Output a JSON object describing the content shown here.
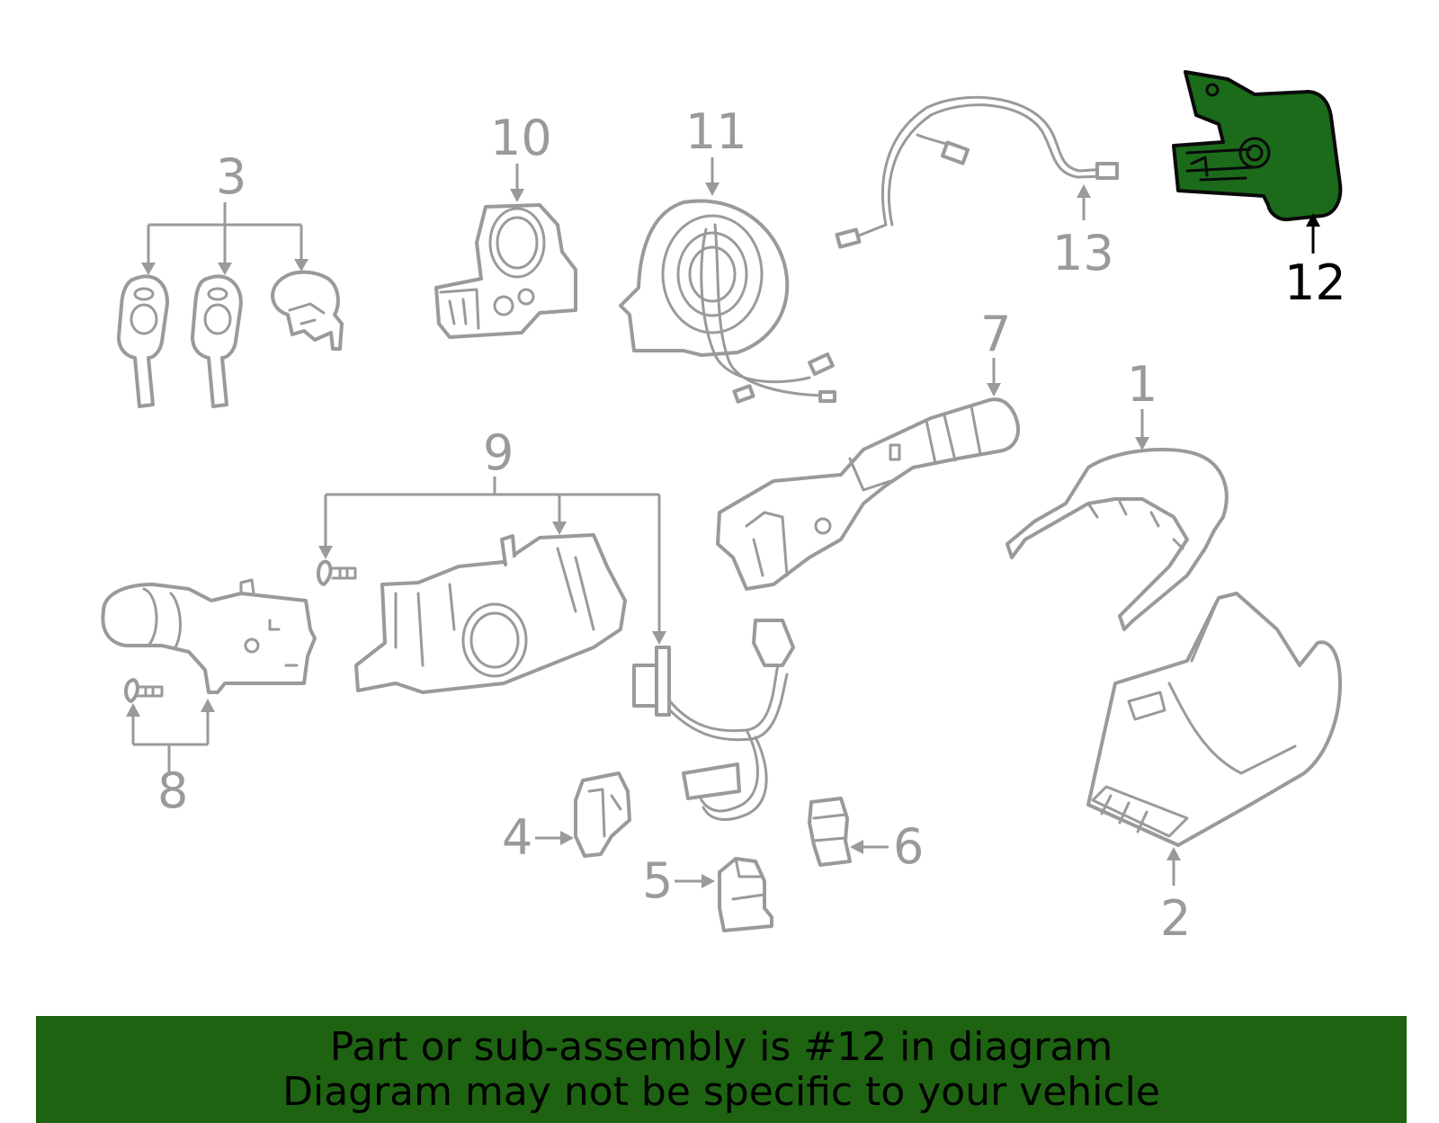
{
  "callouts": {
    "c1": "1",
    "c2": "2",
    "c3": "3",
    "c4": "4",
    "c5": "5",
    "c6": "6",
    "c7": "7",
    "c8": "8",
    "c9": "9",
    "c10": "10",
    "c11": "11",
    "c12": "12",
    "c13": "13"
  },
  "highlight": {
    "part": "12",
    "fill_color": "#1b6b1b"
  },
  "colors": {
    "line": "#9a9a9a",
    "banner_bg": "#1e6312",
    "text_dark": "#000000"
  },
  "banner": {
    "line1": "Part or sub-assembly is #12 in diagram",
    "line2": "Diagram may not be specific to your vehicle"
  }
}
